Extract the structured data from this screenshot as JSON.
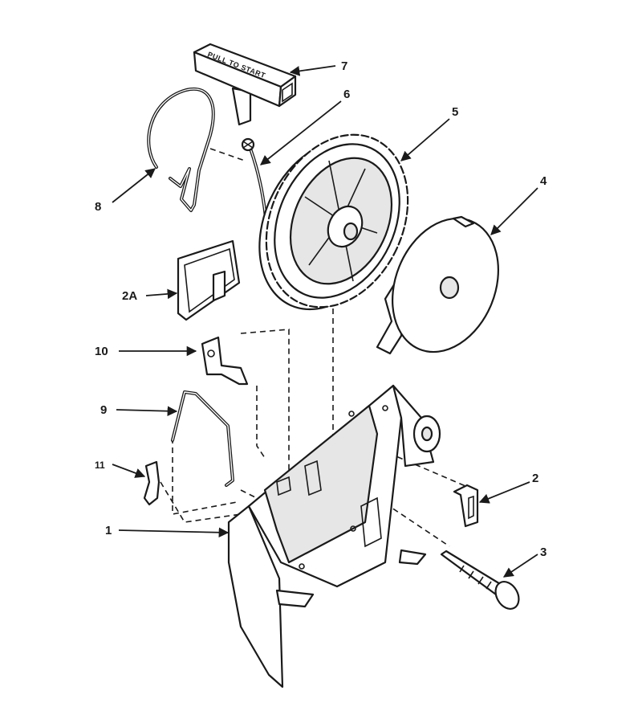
{
  "handle_text": "PULL TO START",
  "callouts": {
    "c1": "1",
    "c2": "2",
    "c2a": "2A",
    "c3": "3",
    "c4": "4",
    "c5": "5",
    "c6": "6",
    "c7": "7",
    "c8": "8",
    "c9": "9",
    "c10": "10",
    "c11": "11"
  },
  "colors": {
    "line": "#1a1a1a",
    "background": "#ffffff"
  }
}
